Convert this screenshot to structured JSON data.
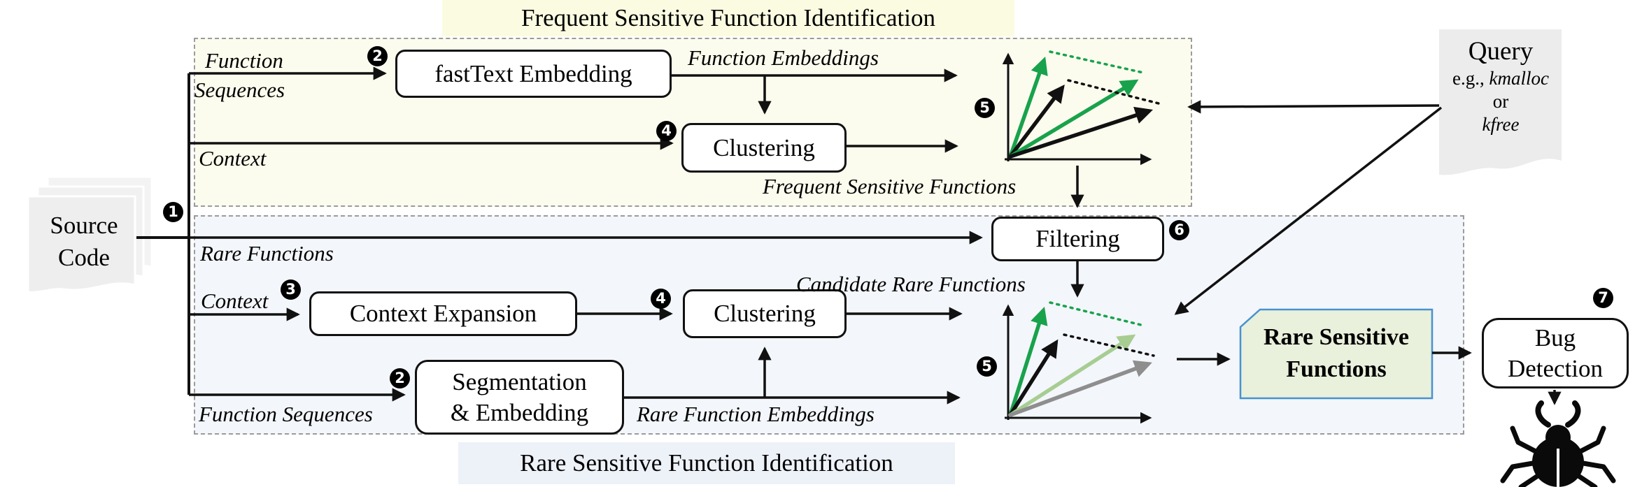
{
  "sections": {
    "frequent": {
      "title": "Frequent Sensitive Function Identification"
    },
    "rare": {
      "title": "Rare Sensitive Function Identification"
    }
  },
  "source_code": {
    "line1": "Source",
    "line2": "Code"
  },
  "boxes": {
    "fasttext": "fastText Embedding",
    "clustering_top": "Clustering",
    "filtering": "Filtering",
    "context_expansion": "Context Expansion",
    "clustering_bottom": "Clustering",
    "segmentation_line1": "Segmentation",
    "segmentation_line2": "& Embedding",
    "rare_sensitive_line1": "Rare Sensitive",
    "rare_sensitive_line2": "Functions",
    "bug_line1": "Bug",
    "bug_line2": "Detection"
  },
  "labels": {
    "function_top": "Function",
    "sequences_top": "Sequences",
    "context_top": "Context",
    "function_embeddings": "Function Embeddings",
    "frequent_sensitive_functions": "Frequent Sensitive Functions",
    "rare_functions": "Rare Functions",
    "context_bottom": "Context",
    "function_sequences": "Function Sequences",
    "rare_function_embeddings": "Rare Function Embeddings",
    "candidate_rare_functions": "Candidate Rare Functions"
  },
  "query": {
    "title": "Query",
    "prefix": "e.g., ",
    "example1": "kmalloc",
    "conj": "or",
    "example2": "kfree"
  },
  "steps": {
    "s1": "1",
    "s2": "2",
    "s3": "3",
    "s4": "4",
    "s5": "5",
    "s6": "6",
    "s7": "7"
  },
  "colors": {
    "dark_green": "#18a24c",
    "light_green": "#a7cd92",
    "gray_arrow": "#8e8e8e",
    "rare_box_fill": "#e9f0db",
    "rare_box_border": "#4792d0"
  }
}
